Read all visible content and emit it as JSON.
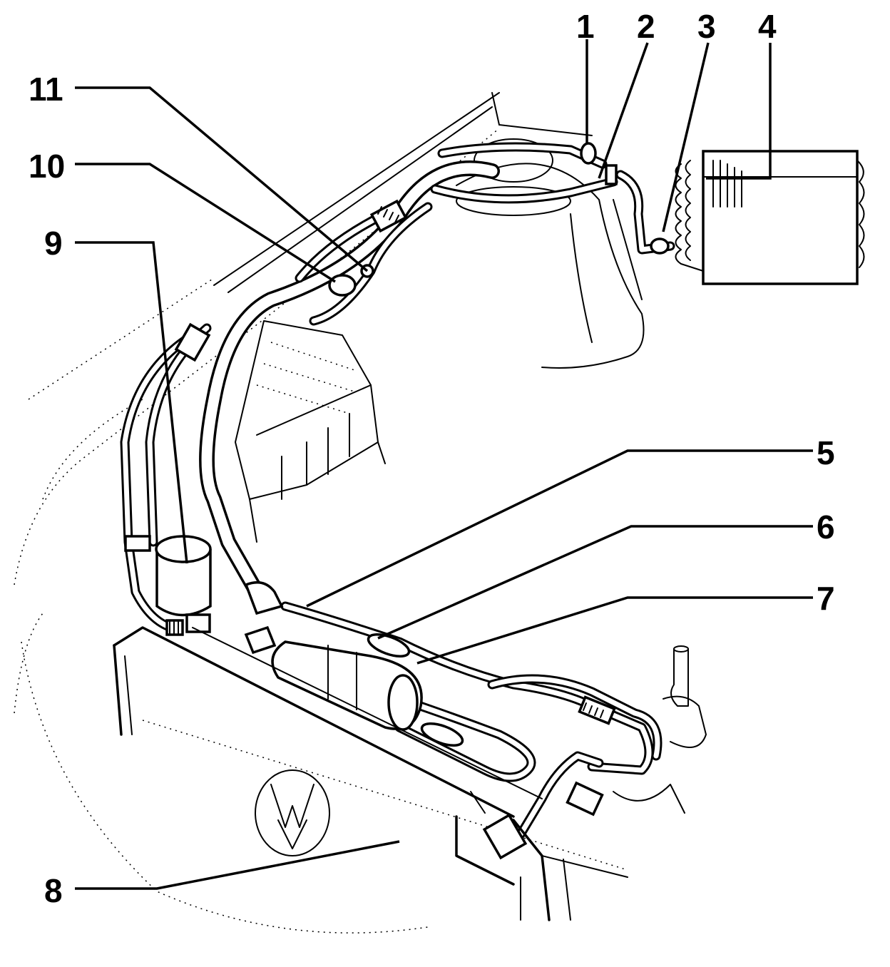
{
  "callouts": [
    {
      "id": "1",
      "text": "1"
    },
    {
      "id": "2",
      "text": "2"
    },
    {
      "id": "3",
      "text": "3"
    },
    {
      "id": "4",
      "text": "4"
    },
    {
      "id": "5",
      "text": "5"
    },
    {
      "id": "6",
      "text": "6"
    },
    {
      "id": "7",
      "text": "7"
    },
    {
      "id": "8",
      "text": "8"
    },
    {
      "id": "9",
      "text": "9"
    },
    {
      "id": "10",
      "text": "10"
    },
    {
      "id": "11",
      "text": "11"
    }
  ],
  "logo_text": "VW"
}
